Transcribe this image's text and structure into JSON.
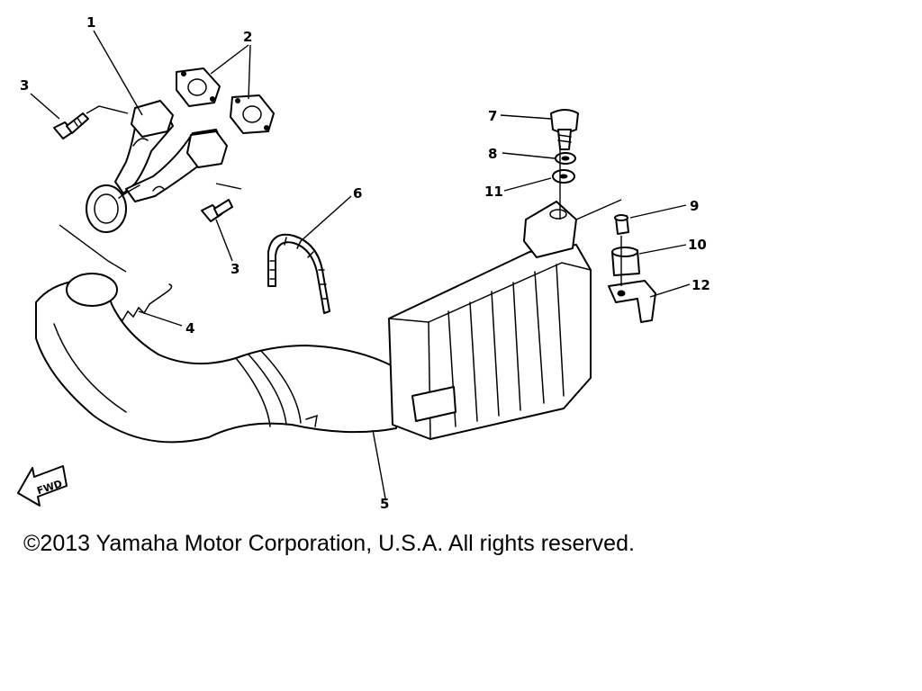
{
  "diagram": {
    "callouts": {
      "c1": "1",
      "c2": "2",
      "c3a": "3",
      "c3b": "3",
      "c4": "4",
      "c5": "5",
      "c6": "6",
      "c7": "7",
      "c8": "8",
      "c9": "9",
      "c10": "10",
      "c11": "11",
      "c12": "12"
    },
    "fwd_label": "FWD"
  },
  "footer": {
    "copyright": "©2013 Yamaha Motor Corporation, U.S.A. All rights reserved."
  }
}
